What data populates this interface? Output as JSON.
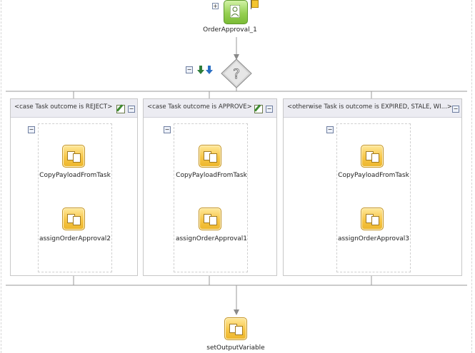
{
  "diagram": {
    "start_activity": {
      "label": "OrderApproval_1",
      "icon": "human-task-icon"
    },
    "switch": {
      "icon": "question-diamond-icon"
    },
    "cases": [
      {
        "title": "<case Task outcome is REJECT>",
        "steps": [
          {
            "label": "CopyPayloadFromTask",
            "icon": "assign-icon"
          },
          {
            "label": "assignOrderApproval2",
            "icon": "assign-icon"
          }
        ]
      },
      {
        "title": "<case Task outcome is APPROVE>",
        "steps": [
          {
            "label": "CopyPayloadFromTask",
            "icon": "assign-icon"
          },
          {
            "label": "assignOrderApproval1",
            "icon": "assign-icon"
          }
        ]
      },
      {
        "title": "<otherwise Task is outcome is EXPIRED, STALE, WI...>",
        "steps": [
          {
            "label": "CopyPayloadFromTask",
            "icon": "assign-icon"
          },
          {
            "label": "assignOrderApproval3",
            "icon": "assign-icon"
          }
        ]
      }
    ],
    "final_activity": {
      "label": "setOutputVariable",
      "icon": "assign-icon"
    },
    "colors": {
      "task_fill": "#f7c647",
      "human_fill": "#95d052",
      "connector": "#9a9a9a",
      "switch_fill": "#d2d2d2"
    }
  }
}
